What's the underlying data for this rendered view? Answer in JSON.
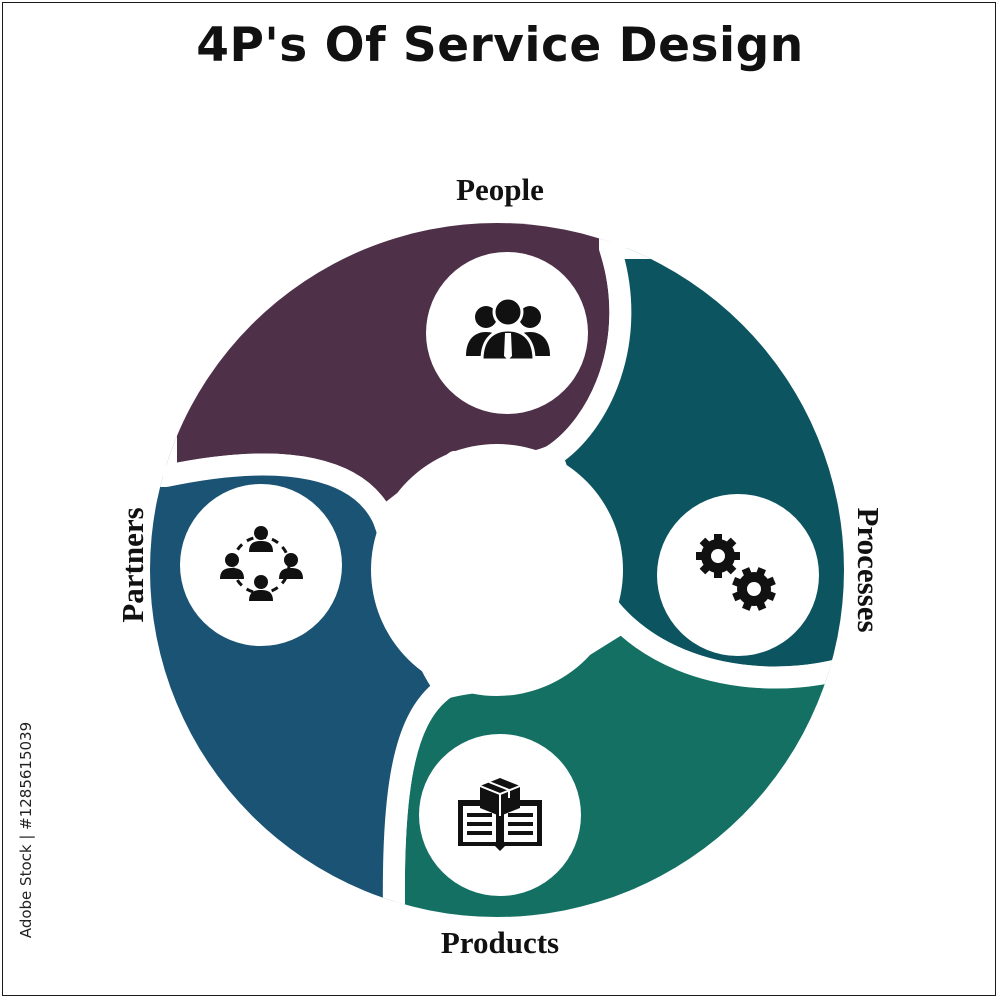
{
  "title": "4P's Of Service Design",
  "side_note": "Adobe Stock | #1285615039",
  "segments": [
    {
      "id": "people",
      "label": "People",
      "color": "#4e3049",
      "icon": "people-group-icon"
    },
    {
      "id": "processes",
      "label": "Processes",
      "color": "#0c5560",
      "icon": "gears-icon"
    },
    {
      "id": "products",
      "label": "Products",
      "color": "#137063",
      "icon": "product-catalog-icon"
    },
    {
      "id": "partners",
      "label": "Partners",
      "color": "#1a5373",
      "icon": "partners-network-icon"
    }
  ]
}
